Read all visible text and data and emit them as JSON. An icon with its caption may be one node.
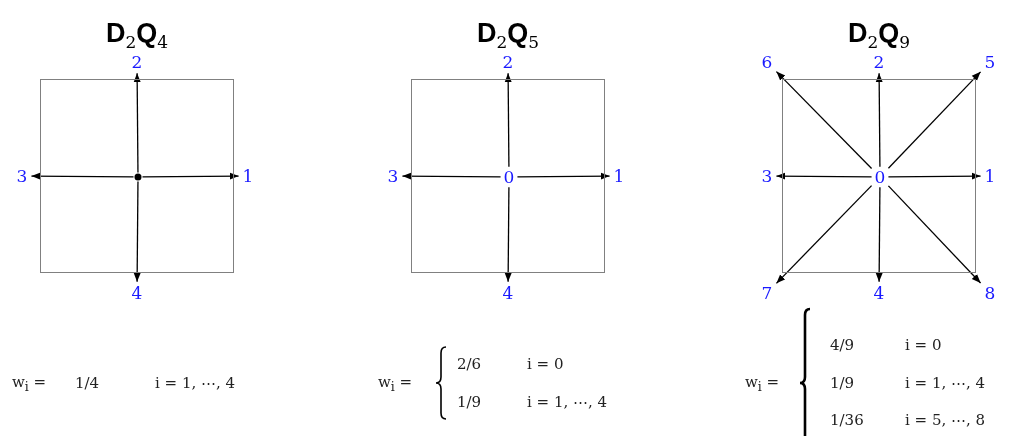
{
  "diagram": {
    "nodes": [
      {
        "text": [
          "**D**$_{2}$**Q**$_{4}$"
        ]
      },
      {
        "text": [],
        "shape": "circle",
        "in": 0
      },
      {
        "text": [
          "1"
        ]
      },
      {
        "text": [
          "2"
        ]
      },
      {
        "text": [
          "3"
        ]
      },
      {
        "text": [
          "4"
        ]
      },
      {
        "text": [
          "**D**$_{2}$**Q**$_{5}$"
        ]
      },
      {
        "text": [
          "0"
        ],
        "in": 6
      },
      {
        "text": [
          "1"
        ]
      },
      {
        "text": [
          "2"
        ]
      },
      {
        "text": [
          "3"
        ]
      },
      {
        "text": [
          "4"
        ]
      },
      {
        "text": [
          "**D**$_{2}$**Q**$_{9}$"
        ]
      },
      {
        "text": [
          "0"
        ],
        "in": 12
      },
      {
        "text": [
          "1"
        ]
      },
      {
        "text": [
          "2"
        ]
      },
      {
        "text": [
          "3"
        ]
      },
      {
        "text": [
          "4"
        ]
      },
      {
        "text": [
          "5"
        ]
      },
      {
        "text": [
          "6"
        ]
      },
      {
        "text": [
          "7"
        ]
      },
      {
        "text": [
          "8"
        ]
      }
    ],
    "edges": [
      {
        "from": 1,
        "to": 2,
        "arrow": "to"
      },
      {
        "from": 1,
        "to": 3,
        "arrow": "to"
      },
      {
        "from": 1,
        "to": 4,
        "arrow": "to"
      },
      {
        "from": 1,
        "to": 5,
        "arrow": "to"
      },
      {
        "from": 7,
        "to": 8,
        "arrow": "to"
      },
      {
        "from": 7,
        "to": 9,
        "arrow": "to"
      },
      {
        "from": 7,
        "to": 10,
        "arrow": "to"
      },
      {
        "from": 7,
        "to": 11,
        "arrow": "to"
      },
      {
        "from": 13,
        "to": 14,
        "arrow": "to"
      },
      {
        "from": 13,
        "to": 15,
        "arrow": "to"
      },
      {
        "from": 13,
        "to": 16,
        "arrow": "to"
      },
      {
        "from": 13,
        "to": 17,
        "arrow": "to"
      },
      {
        "from": 13,
        "to": 18,
        "arrow": "to"
      },
      {
        "from": 13,
        "to": 19,
        "arrow": "to"
      },
      {
        "from": 13,
        "to": 20,
        "arrow": "to"
      },
      {
        "from": 13,
        "to": 21,
        "arrow": "to"
      }
    ],
    "labels": [
      "w$_{i}$ =",
      "1/4",
      "i = 1, ⋯, 4",
      "w$_{i}$ =",
      "2/6",
      "i = 0",
      "1/9",
      "i = 1, ⋯, 4",
      "w$_{i}$ =",
      "4/9",
      "i = 0",
      "1/9",
      "i = 1, ⋯, 4",
      "1/36",
      "i = 5, ⋯, 8"
    ]
  }
}
